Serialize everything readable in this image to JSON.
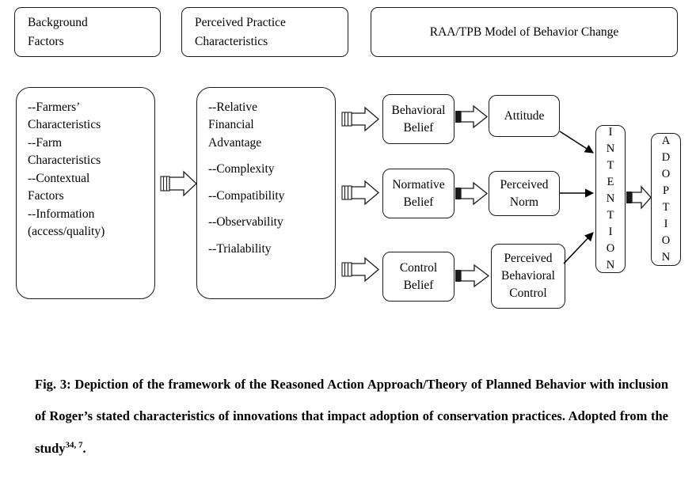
{
  "figure": {
    "headers": [
      {
        "id": "background-factors",
        "label": "Background\nFactors"
      },
      {
        "id": "perceived-practice-characteristics",
        "label": "Perceived Practice\nCharacteristics"
      },
      {
        "id": "raa-tpb-model",
        "label": "RAA/TPB Model of Behavior Change"
      }
    ],
    "background_factors": {
      "items": [
        "--Farmers’\nCharacteristics",
        "--Farm\nCharacteristics",
        "--Contextual\nFactors",
        "--Information\n(access/quality)"
      ]
    },
    "practice_characteristics": {
      "items": [
        "--Relative\nFinancial\nAdvantage",
        "--Complexity",
        "--Compatibility",
        "--Observability",
        "--Trialability"
      ]
    },
    "model_nodes": {
      "behavioral_belief": "Behavioral\nBelief",
      "normative_belief": "Normative\nBelief",
      "control_belief": "Control\nBelief",
      "attitude": "Attitude",
      "perceived_norm": "Perceived\nNorm",
      "perceived_behavioral_control": "Perceived\nBehavioral\nControl",
      "intention": "I\nN\nT\nE\nN\nT\nI\nO\nN",
      "adoption": "A\nD\nO\nP\nT\nI\nO\nN"
    },
    "caption": {
      "text": "Fig. 3: Depiction of the framework of the Reasoned Action Approach/Theory of Planned Behavior with inclusion of Roger’s stated characteristics of innovations that impact adoption of conservation practices. Adopted from the study",
      "superscript": "34, 7",
      "tail": "."
    },
    "colors": {
      "stroke": "#1a1a1a",
      "background": "#ffffff",
      "text": "#000000"
    }
  }
}
